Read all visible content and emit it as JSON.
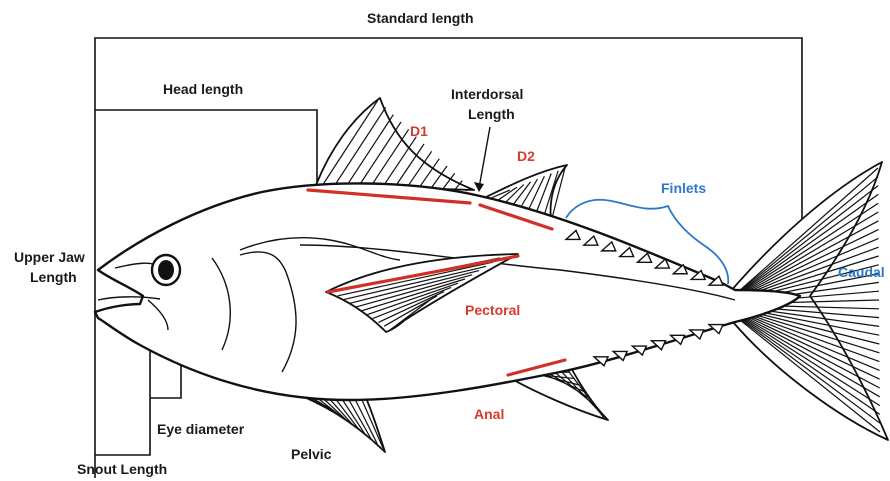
{
  "labels": {
    "standard_length": "Standard length",
    "head_length": "Head length",
    "interdorsal_line1": "Interdorsal",
    "interdorsal_line2": "Length",
    "d1": "D1",
    "d2": "D2",
    "finlets": "Finlets",
    "upper_jaw_line1": "Upper Jaw",
    "upper_jaw_line2": "Length",
    "caudal": "Caudal",
    "pectoral": "Pectoral",
    "anal": "Anal",
    "eye_diameter": "Eye diameter",
    "pelvic": "Pelvic",
    "snout_length": "Snout Length"
  },
  "colors": {
    "measurement_red": "#d32f24",
    "finlets_blue": "#2f78c8",
    "outline": "#111111"
  }
}
